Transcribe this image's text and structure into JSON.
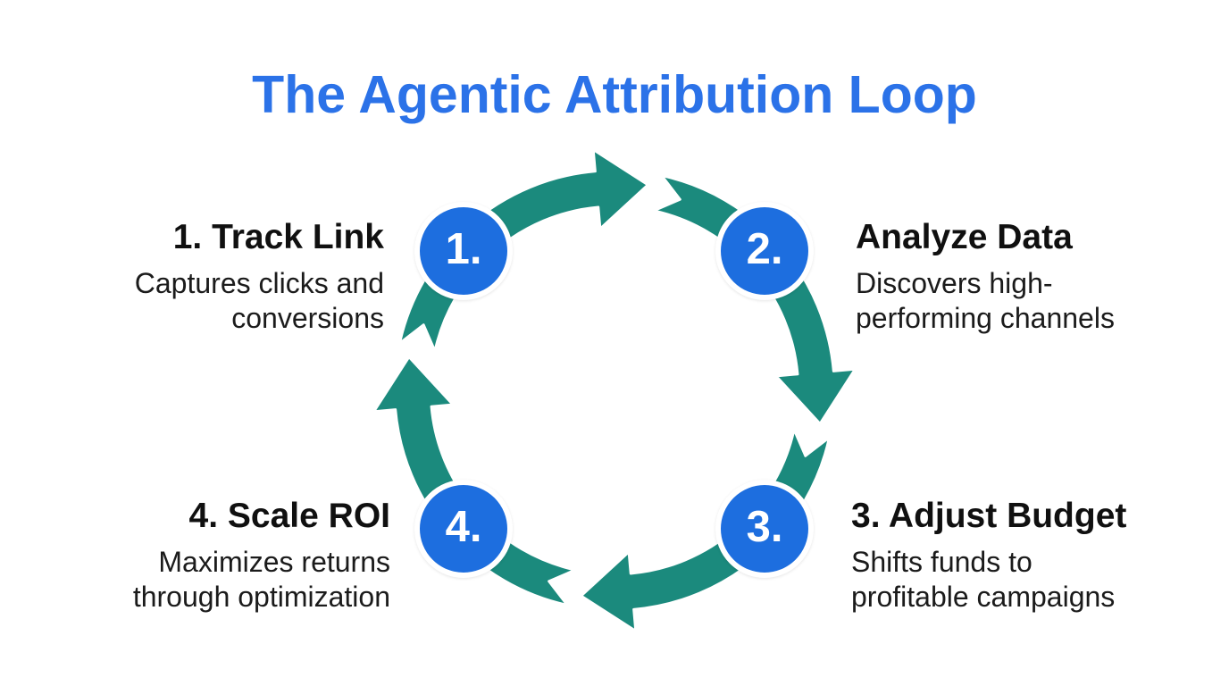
{
  "title": "The Agentic Attribution Loop",
  "colors": {
    "background": "#FFFFFF",
    "title-color": "#2B72E8",
    "node-color": "#1D6EDF",
    "node-number-color": "#FFFFFF",
    "loop-color": "#1B8A7D",
    "heading-color": "#101010",
    "body-color": "#1B1B1B"
  },
  "steps": [
    {
      "number": "1.",
      "heading": "1. Track Link",
      "description": "Captures clicks and\nconversions"
    },
    {
      "number": "2.",
      "heading": "Analyze Data",
      "description": "Discovers high-\nperforming channels"
    },
    {
      "number": "3.",
      "heading": "3. Adjust Budget",
      "description": "Shifts funds to\nprofitable campaigns"
    },
    {
      "number": "4.",
      "heading": "4. Scale ROI",
      "description": "Maximizes returns\nthrough optimization"
    }
  ]
}
